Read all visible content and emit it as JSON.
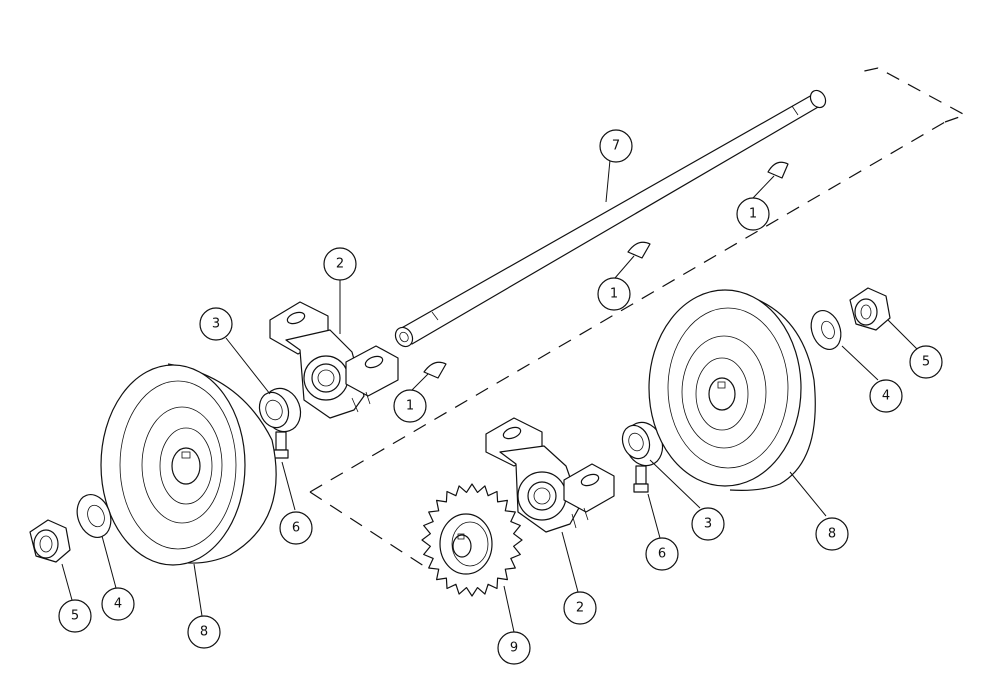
{
  "callouts": {
    "c1a": "1",
    "c1b": "1",
    "c1c": "1",
    "c2a": "2",
    "c2b": "2",
    "c3a": "3",
    "c3b": "3",
    "c4a": "4",
    "c4b": "4",
    "c5a": "5",
    "c5b": "5",
    "c6a": "6",
    "c6b": "6",
    "c7": "7",
    "c8a": "8",
    "c8b": "8",
    "c9": "9"
  }
}
